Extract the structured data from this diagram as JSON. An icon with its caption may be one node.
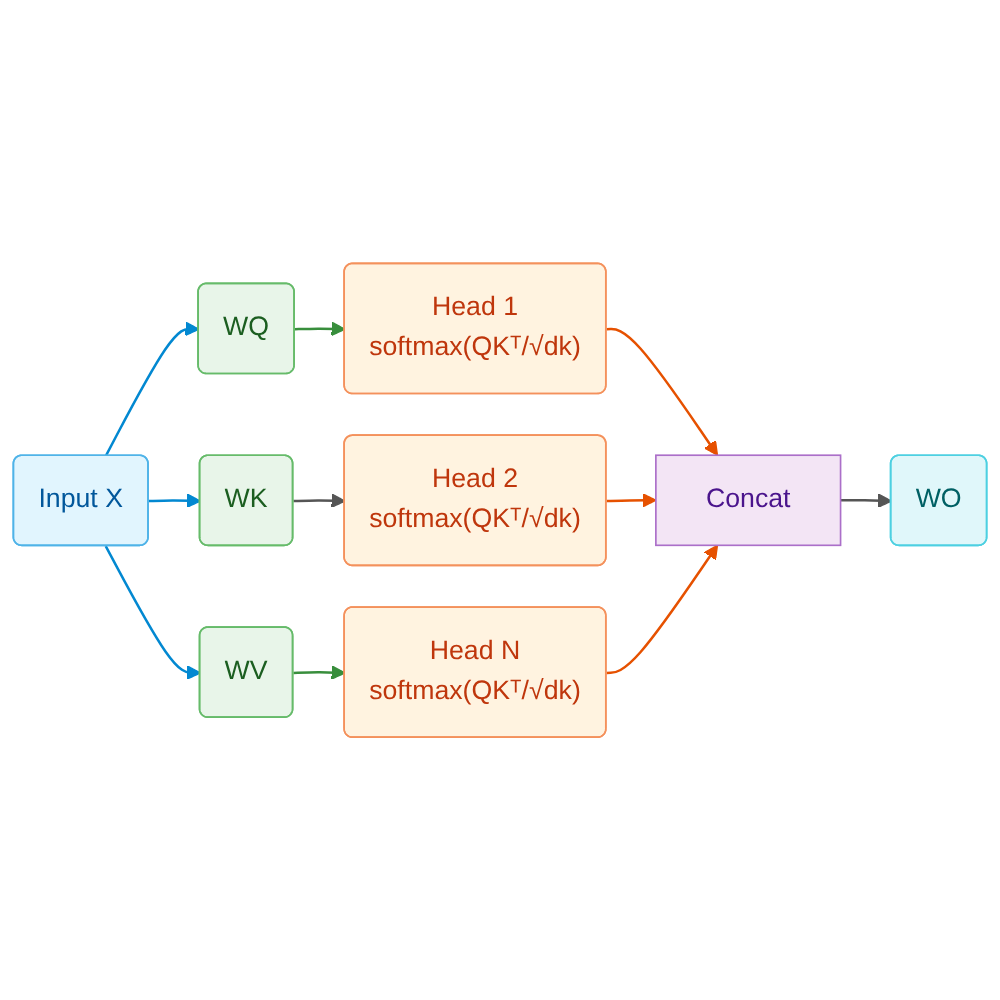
{
  "diagram": {
    "nodes": [
      {
        "text": [
          "Input X"
        ]
      },
      {
        "text": [
          "WQ"
        ]
      },
      {
        "text": [
          "WK"
        ]
      },
      {
        "text": [
          "WV"
        ]
      },
      {
        "text": [
          "Head 1",
          "softmax(QKᵀ/√dk)"
        ]
      },
      {
        "text": [
          "Head 2",
          "softmax(QKᵀ/√dk)"
        ]
      },
      {
        "text": [
          "Head N",
          "softmax(QKᵀ/√dk)"
        ]
      },
      {
        "text": [
          "Concat"
        ]
      },
      {
        "text": [
          "WO"
        ]
      }
    ],
    "edges": [
      {
        "from": 0,
        "to": 1,
        "arrow": "to",
        "color": "#0288d1"
      },
      {
        "from": 0,
        "to": 2,
        "arrow": "to",
        "color": "#0288d1"
      },
      {
        "from": 0,
        "to": 3,
        "arrow": "to",
        "color": "#0288d1"
      },
      {
        "from": 1,
        "to": 4,
        "arrow": "to",
        "color": "#388e3c"
      },
      {
        "from": 2,
        "to": 5,
        "arrow": "to",
        "color": "#555555"
      },
      {
        "from": 3,
        "to": 6,
        "arrow": "to",
        "color": "#388e3c"
      },
      {
        "from": 4,
        "to": 7,
        "arrow": "to",
        "color": "#e65100"
      },
      {
        "from": 5,
        "to": 7,
        "arrow": "to",
        "color": "#e65100"
      },
      {
        "from": 6,
        "to": 7,
        "arrow": "to",
        "color": "#e65100"
      },
      {
        "from": 7,
        "to": 8,
        "arrow": "to",
        "color": "#555555"
      }
    ]
  }
}
